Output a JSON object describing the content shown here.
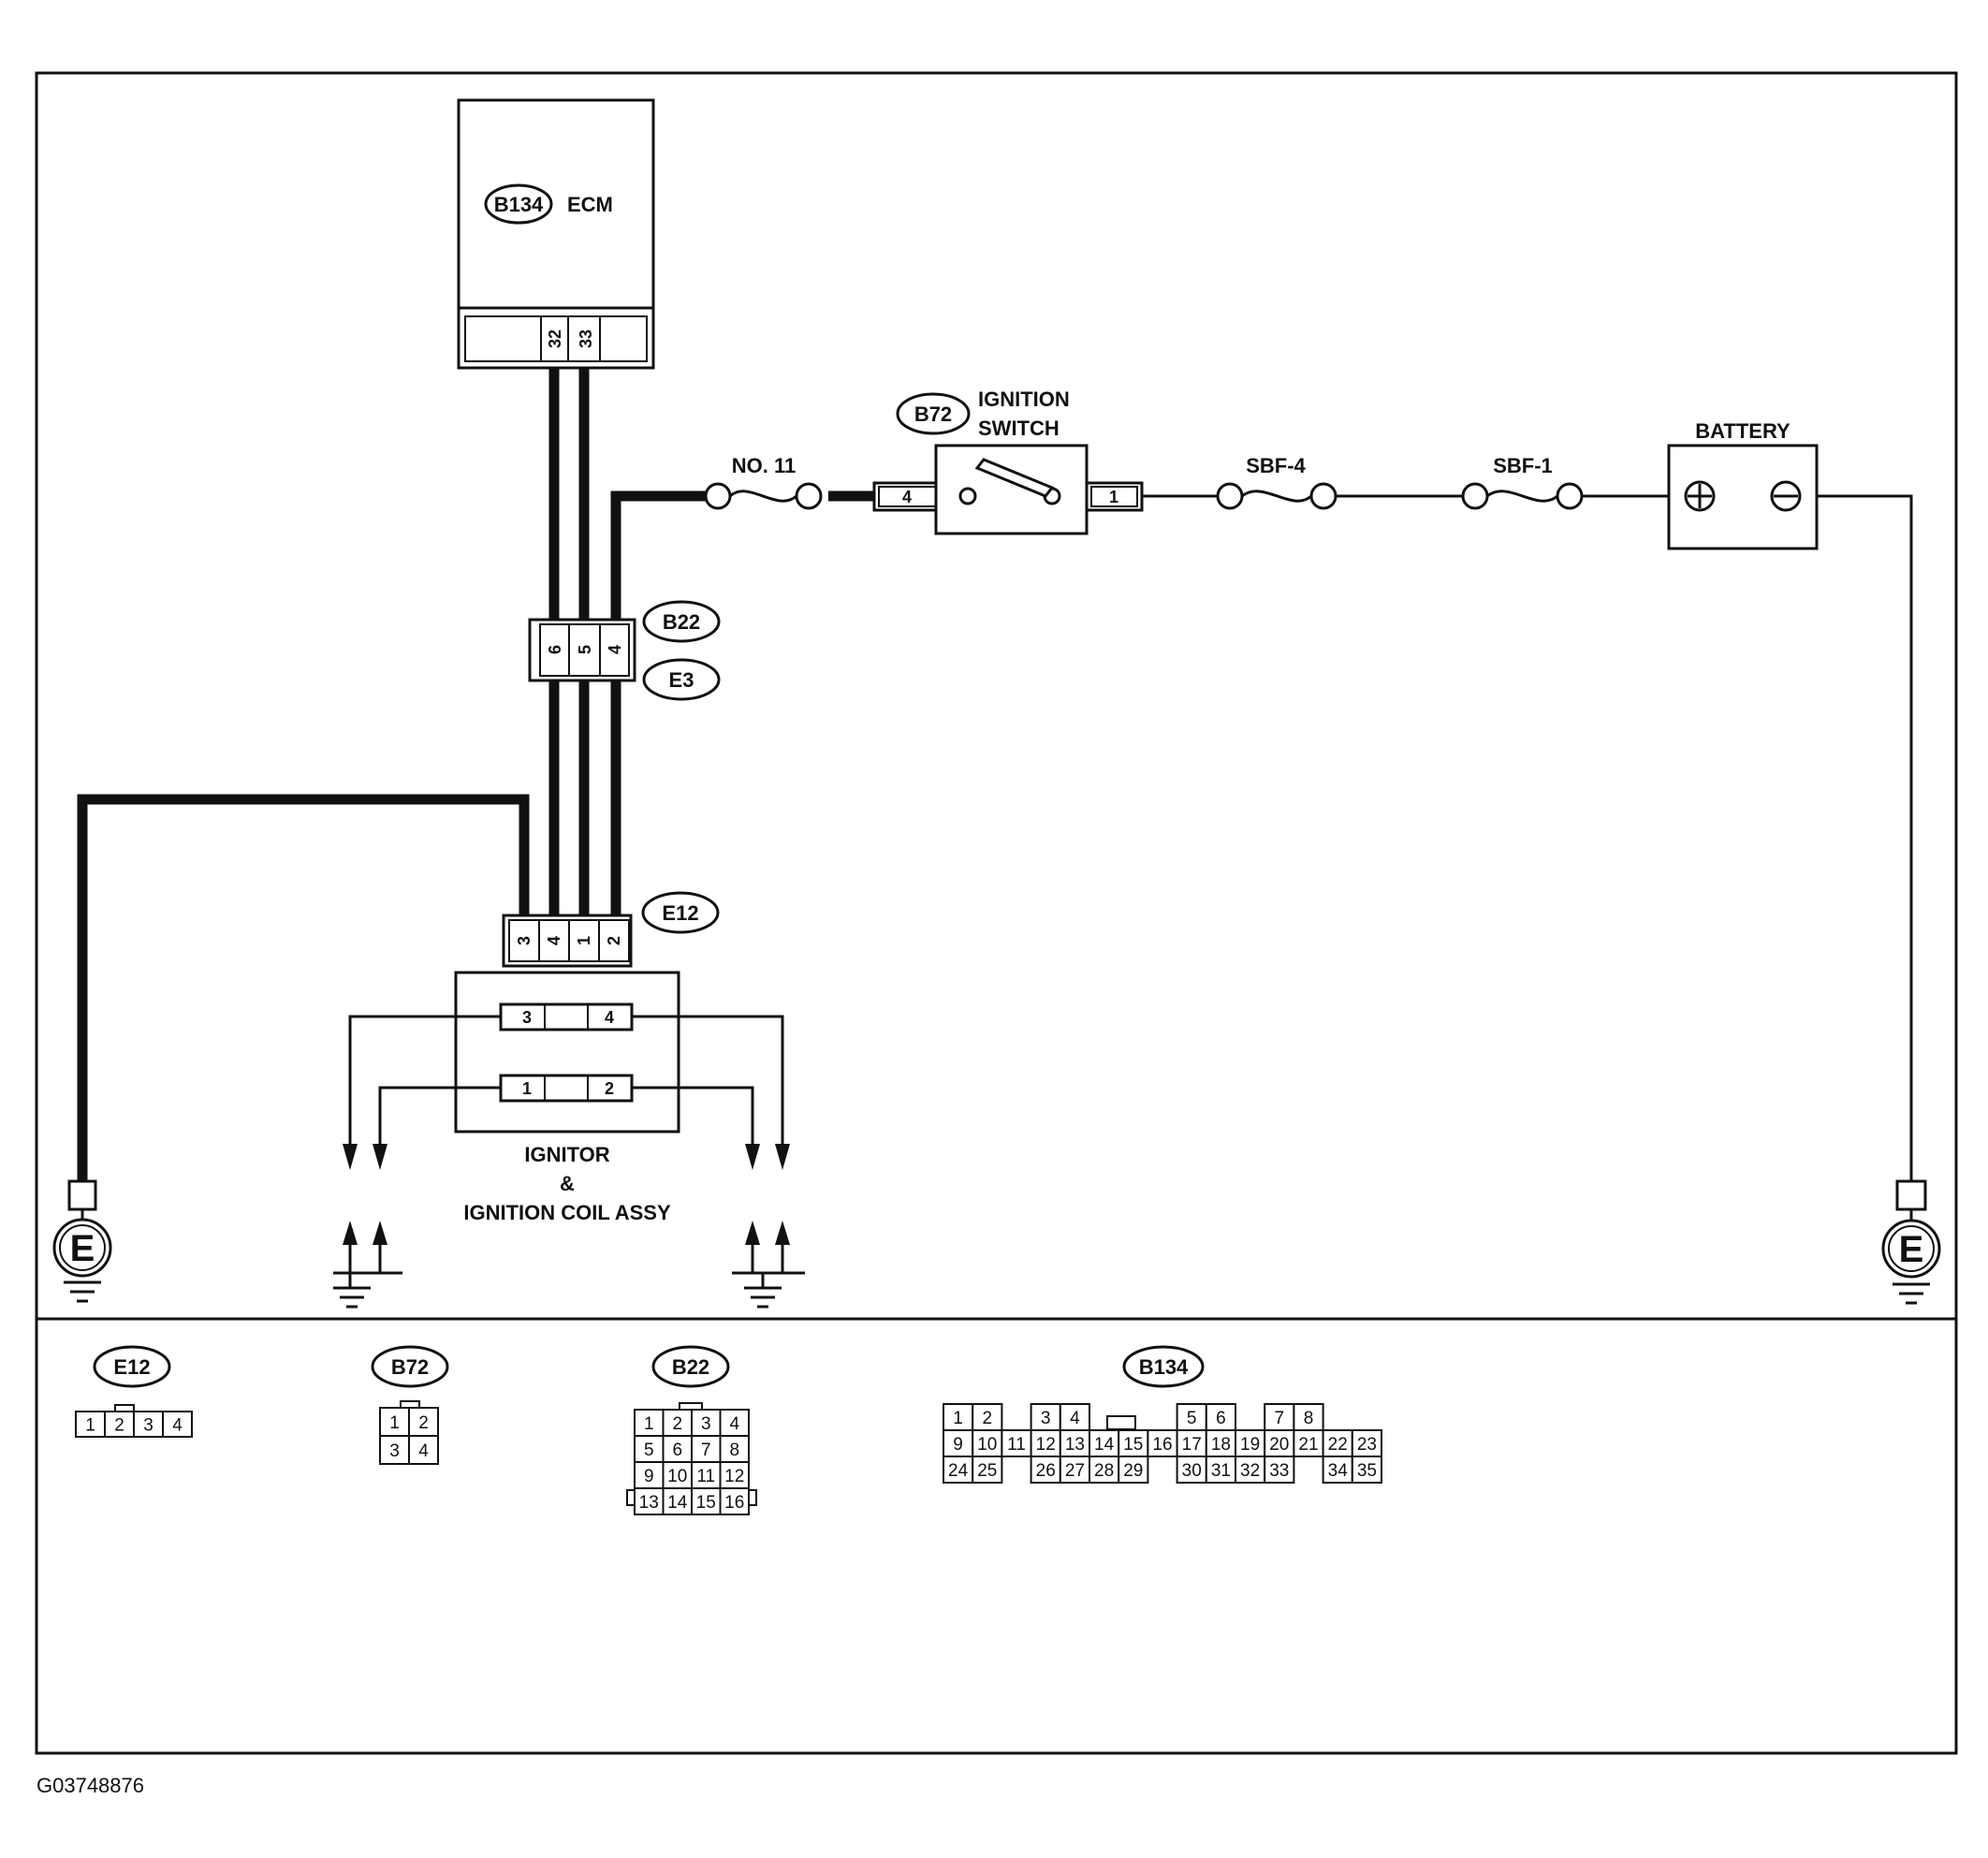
{
  "diagram_id": "G03748876",
  "ecm": {
    "tag": "B134",
    "name": "ECM",
    "pins": [
      "32",
      "33"
    ]
  },
  "ignition_switch": {
    "tag": "B72",
    "line1": "IGNITION",
    "line2": "SWITCH",
    "pin_in": "4",
    "pin_out": "1"
  },
  "fuse_no11": "NO. 11",
  "fuse_sbf4": "SBF-4",
  "fuse_sbf1": "SBF-1",
  "battery": {
    "label": "BATTERY"
  },
  "joint": {
    "tag_top": "B22",
    "tag_bottom": "E3",
    "pins": [
      "6",
      "5",
      "4"
    ]
  },
  "ignitor_connector": {
    "tag": "E12",
    "pins": [
      "3",
      "4",
      "1",
      "2"
    ]
  },
  "ignitor": {
    "line1": "IGNITOR",
    "line2": "&",
    "line3": "IGNITION COIL ASSY",
    "coil_top": [
      "3",
      "4"
    ],
    "coil_bottom": [
      "1",
      "2"
    ]
  },
  "ground_symbol": "E",
  "connector_views": {
    "e12": {
      "tag": "E12",
      "pins": [
        "1",
        "2",
        "3",
        "4"
      ]
    },
    "b72": {
      "tag": "B72",
      "pins": [
        "1",
        "2",
        "3",
        "4"
      ]
    },
    "b22": {
      "tag": "B22",
      "pins": [
        "1",
        "2",
        "3",
        "4",
        "5",
        "6",
        "7",
        "8",
        "9",
        "10",
        "11",
        "12",
        "13",
        "14",
        "15",
        "16"
      ]
    },
    "b134": {
      "tag": "B134",
      "row1": [
        "1",
        "2",
        "3",
        "4",
        "5",
        "6",
        "7",
        "8"
      ],
      "row2": [
        "9",
        "10",
        "11",
        "12",
        "13",
        "14",
        "15",
        "16",
        "17",
        "18",
        "19",
        "20",
        "21",
        "22",
        "23"
      ],
      "row3": [
        "24",
        "25",
        "26",
        "27",
        "28",
        "29",
        "30",
        "31",
        "32",
        "33",
        "34",
        "35"
      ]
    }
  }
}
